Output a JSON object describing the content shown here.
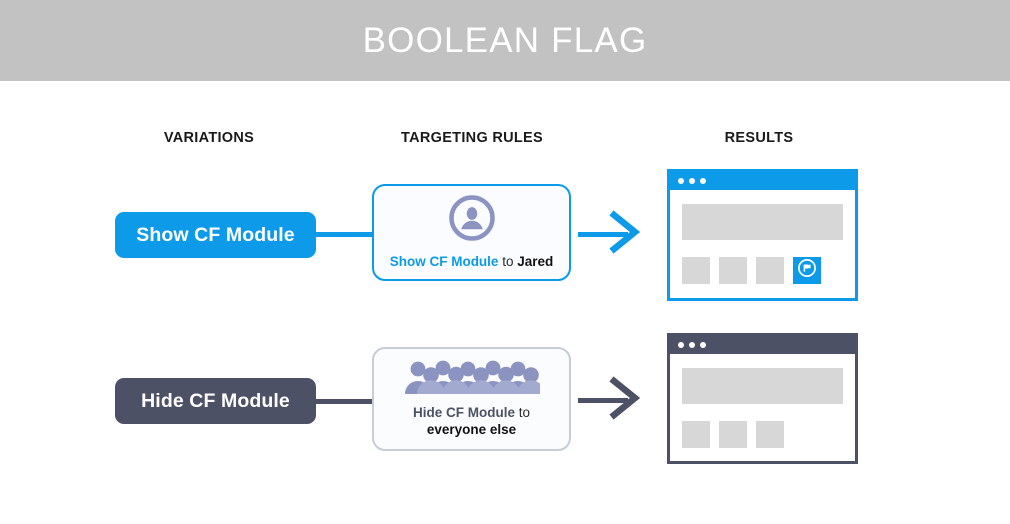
{
  "header": {
    "title": "BOOLEAN FLAG",
    "bg_color": "#c2c2c2",
    "text_color": "#ffffff"
  },
  "columns": {
    "variations": "VARIATIONS",
    "targeting_rules": "TARGETING RULES",
    "results": "RESULTS"
  },
  "colors": {
    "accent_blue": "#0d9ae8",
    "slate": "#4d5165",
    "icon_purple": "#8b93c0",
    "placeholder_gray": "#d7d7d7"
  },
  "rows": [
    {
      "id": "show",
      "variation_label": "Show CF Module",
      "variation_color": "#0d9ae8",
      "connector_color": "#0d9ae8",
      "arrow_color": "#0d9ae8",
      "rule": {
        "icon": "single-person-icon",
        "accent_text": "Show CF Module",
        "conjunction": "to",
        "target_text": "Jared",
        "border_color": "#0d9ae8",
        "accent_color": "#0d9ae8"
      },
      "browser": {
        "chrome_color": "#0d9ae8",
        "dots": 3,
        "tiles": 4,
        "cf_module_visible": true,
        "cf_module_icon": "cf-flag-icon"
      }
    },
    {
      "id": "hide",
      "variation_label": "Hide CF Module",
      "variation_color": "#4d5165",
      "connector_color": "#4d5165",
      "arrow_color": "#4d5165",
      "rule": {
        "icon": "crowd-of-people-icon",
        "accent_text": "Hide CF Module",
        "conjunction": "to",
        "target_text": "everyone else",
        "border_color": "#c8ccd6",
        "accent_color": "#4d5165"
      },
      "browser": {
        "chrome_color": "#4d5165",
        "dots": 3,
        "tiles": 3,
        "cf_module_visible": false,
        "cf_module_icon": null
      }
    }
  ]
}
